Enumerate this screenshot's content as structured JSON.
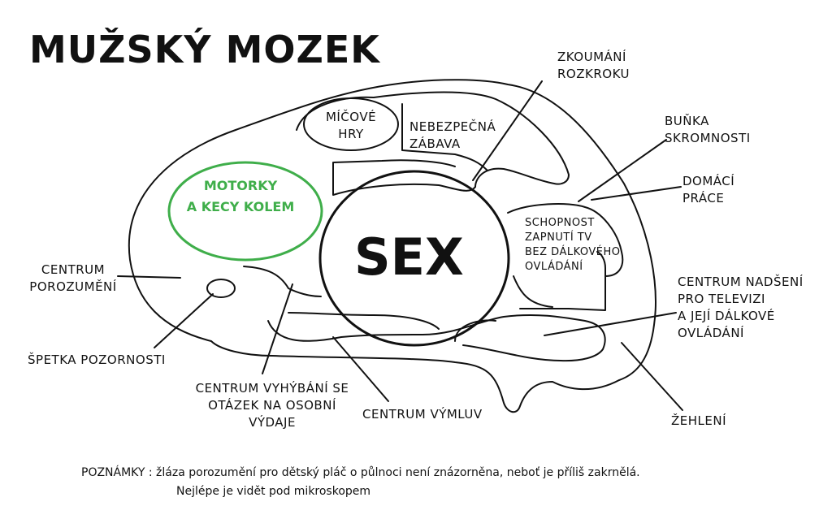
{
  "title": "MUŽSKÝ MOZEK",
  "accent_color": "#3fae4a",
  "regions": {
    "micove_hry": [
      "MÍČOVÉ",
      "HRY"
    ],
    "nebezpecna_zabava": [
      "NEBEZPEČNÁ",
      "ZÁBAVA"
    ],
    "motorky": [
      "MOTORKY",
      "A KECY KOLEM"
    ],
    "sex": "SEX",
    "schopnost": [
      "SCHOPNOST",
      "ZAPNUTÍ TV",
      "BEZ DÁLKOVÉHO",
      "OVLÁDÁNÍ"
    ]
  },
  "callouts": {
    "zkoumani": [
      "ZKOUMÁNÍ",
      "ROZKROKU"
    ],
    "bunka": [
      "BUŇKA",
      "SKROMNOSTI"
    ],
    "domaci": [
      "DOMÁCÍ",
      "PRÁCE"
    ],
    "centrum_porozumeni": [
      "CENTRUM",
      "POROZUMĚNÍ"
    ],
    "spetka": "ŠPETKA POZORNOSTI",
    "centrum_vyhybani": [
      "CENTRUM VYHÝBÁNÍ SE",
      "OTÁZEK NA OSOBNÍ",
      "VÝDAJE"
    ],
    "centrum_vymluv": "CENTRUM VÝMLUV",
    "centrum_nadseni": [
      "CENTRUM NADŠENÍ",
      "PRO TELEVIZI",
      "A JEJÍ DÁLKOVÉ",
      "OVLÁDÁNÍ"
    ],
    "zehleni": "ŽEHLENÍ"
  },
  "notes": {
    "label": "POZNÁMKY",
    "line1": "žláza porozumění pro dětský pláč o půlnoci není znázorněna, neboť je příliš zakrnělá.",
    "line2": "Nejlépe je vidět pod mikroskopem"
  }
}
